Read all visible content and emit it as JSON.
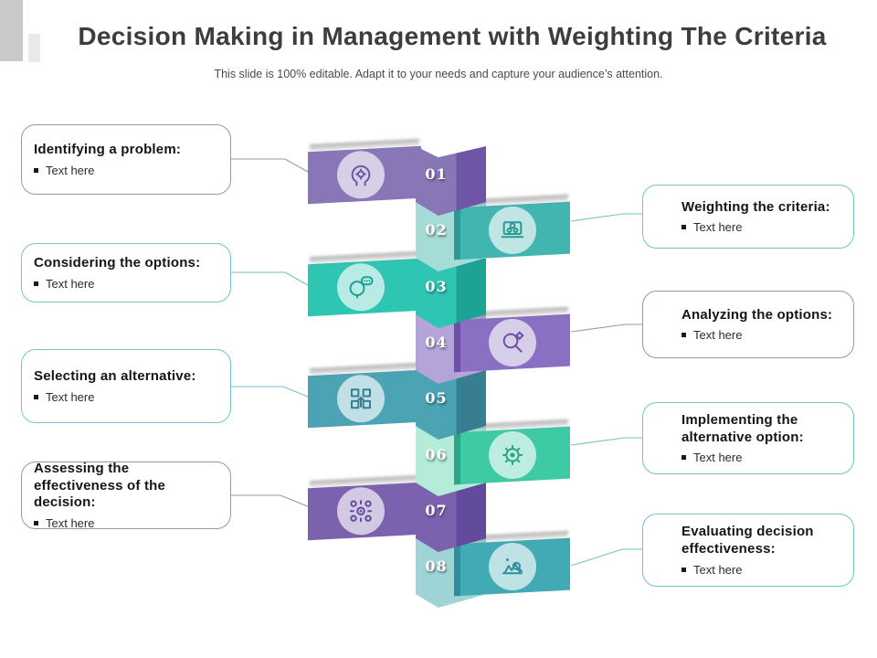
{
  "slide": {
    "title": "Decision Making in Management with Weighting The Criteria",
    "subtitle": "This slide is 100% editable. Adapt it to your needs and capture your audience’s attention."
  },
  "steps": [
    {
      "num": "01",
      "side": "left",
      "heading": "Identifying a problem:",
      "bullet": "Text here",
      "icon": "head-gear-icon",
      "colors": {
        "main": "#8876b7",
        "light": "#ab9bce",
        "dark": "#6e55a6"
      },
      "accent": "#9b94ae"
    },
    {
      "num": "02",
      "side": "right",
      "heading": "Weighting the criteria:",
      "bullet": "Text here",
      "icon": "laptop-gears-icon",
      "colors": {
        "main": "#43b5b1",
        "light": "#a6dcd8",
        "dark": "#2b9894"
      },
      "accent": "#6fc5c9"
    },
    {
      "num": "03",
      "side": "left",
      "heading": "Considering the options:",
      "bullet": "Text here",
      "icon": "head-speech-icon",
      "colors": {
        "main": "#2fc5b3",
        "light": "#86e2d6",
        "dark": "#1da294"
      },
      "accent": "#6fc5c9"
    },
    {
      "num": "04",
      "side": "right",
      "heading": "Analyzing the options:",
      "bullet": "Text here",
      "icon": "magnifier-gear-icon",
      "colors": {
        "main": "#8a6fc2",
        "light": "#b5a4d9",
        "dark": "#6c50a8"
      },
      "accent": "#9b94ae"
    },
    {
      "num": "05",
      "side": "left",
      "heading": "Selecting an alternative:",
      "bullet": "Text here",
      "icon": "squares-arrow-icon",
      "colors": {
        "main": "#4ba3b3",
        "light": "#a9d1d8",
        "dark": "#377f90"
      },
      "accent": "#6fc5c9"
    },
    {
      "num": "06",
      "side": "right",
      "heading": "Implementing the alternative option:",
      "bullet": "Text here",
      "icon": "gear-icon",
      "colors": {
        "main": "#3fcaa6",
        "light": "#b4ebd9",
        "dark": "#2aa586"
      },
      "accent": "#6fc5c9"
    },
    {
      "num": "07",
      "side": "left",
      "heading": "Assessing the effectiveness of the decision:",
      "bullet": "Text here",
      "icon": "gear-clock-arrows-icon",
      "colors": {
        "main": "#7c62ae",
        "light": "#c5b4de",
        "dark": "#624a9c"
      },
      "accent": "#9b94ae"
    },
    {
      "num": "08",
      "side": "right",
      "heading": "Evaluating decision effectiveness:",
      "bullet": "Text here",
      "icon": "mountain-analysis-icon",
      "colors": {
        "main": "#41aab5",
        "light": "#9fd4d7",
        "dark": "#2e8e9d"
      },
      "accent": "#6fc5c9"
    }
  ]
}
